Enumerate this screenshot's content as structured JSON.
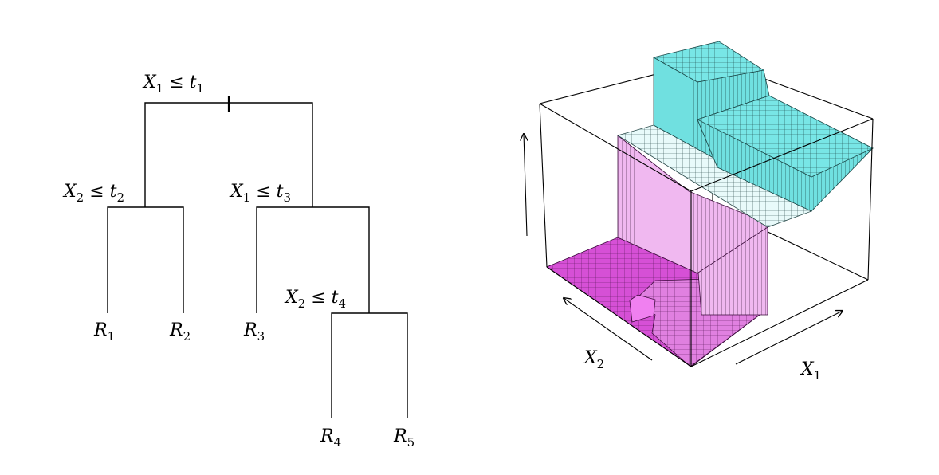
{
  "tree": {
    "splits": [
      {
        "var": "X",
        "var_sub": "1",
        "op": "≤",
        "thr": "t",
        "thr_sub": "1"
      },
      {
        "var": "X",
        "var_sub": "2",
        "op": "≤",
        "thr": "t",
        "thr_sub": "2"
      },
      {
        "var": "X",
        "var_sub": "1",
        "op": "≤",
        "thr": "t",
        "thr_sub": "3"
      },
      {
        "var": "X",
        "var_sub": "2",
        "op": "≤",
        "thr": "t",
        "thr_sub": "4"
      }
    ],
    "leaves": [
      {
        "name": "R",
        "sub": "1"
      },
      {
        "name": "R",
        "sub": "2"
      },
      {
        "name": "R",
        "sub": "3"
      },
      {
        "name": "R",
        "sub": "4"
      },
      {
        "name": "R",
        "sub": "5"
      }
    ]
  },
  "surface": {
    "axis_x2": {
      "name": "X",
      "sub": "2"
    },
    "axis_x1": {
      "name": "X",
      "sub": "1"
    },
    "colors": {
      "low_region": "#d650d6",
      "mid_wall": "#f0b8f0",
      "high_region": "#78e6e6",
      "top_grid": "#e8fafa"
    }
  }
}
